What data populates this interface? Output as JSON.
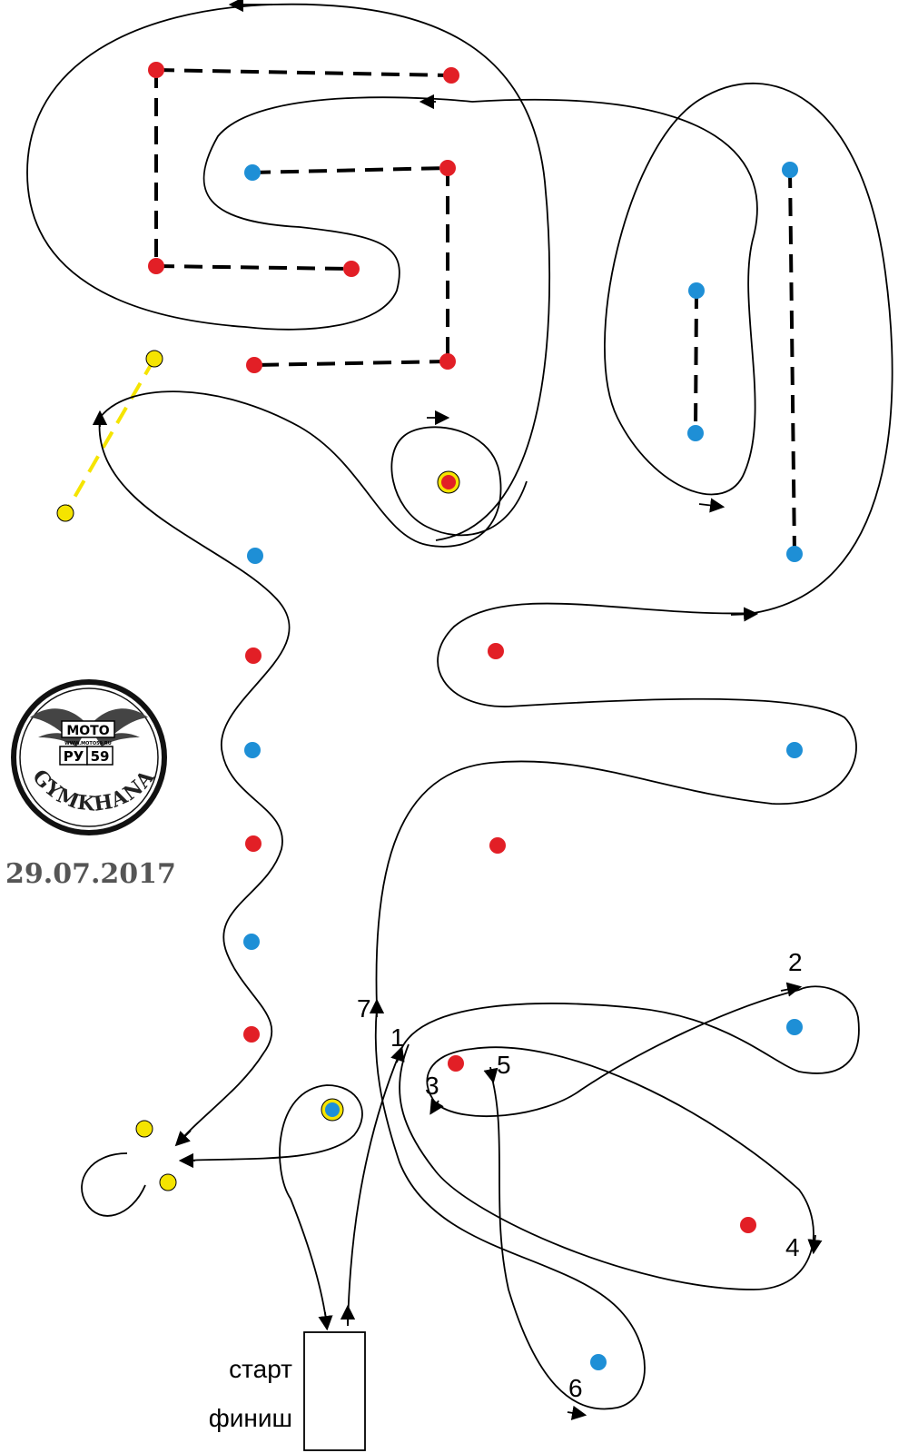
{
  "logo": {
    "brand_top": "МОТО",
    "brand_bottom_left": "РУ",
    "brand_bottom_right": "59",
    "site": "WWW.MOTO59.RU",
    "arc_text": "GYMKHANA"
  },
  "date": "29.07.2017",
  "start_box": {
    "line1": "старт",
    "line2": "финиш"
  },
  "waypoints": [
    "1",
    "2",
    "3",
    "4",
    "5",
    "6",
    "7"
  ],
  "colors": {
    "red_cone": "#e21f26",
    "blue_cone": "#1e8fd6",
    "yellow_cone": "#f5e400",
    "route": "#000000",
    "gate_yellow": "#f5e400"
  },
  "icons": {
    "red_cone": "red-cone-icon",
    "blue_cone": "blue-cone-icon",
    "yellow_cone": "yellow-cone-icon",
    "target_cone": "target-cone-icon"
  }
}
